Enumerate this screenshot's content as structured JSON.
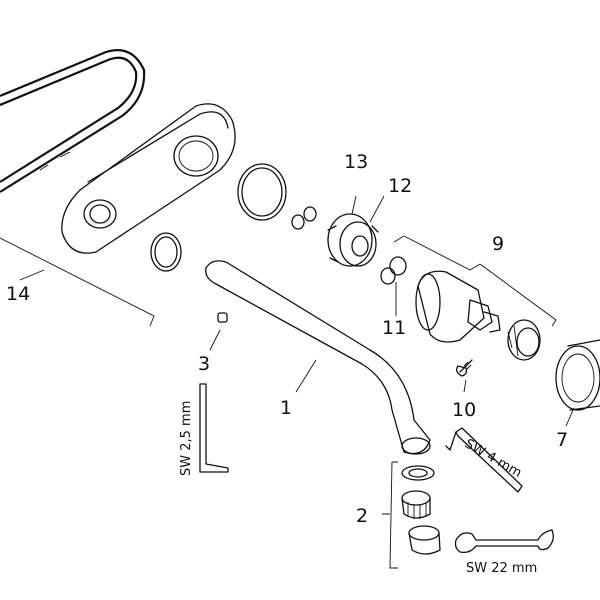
{
  "callouts": [
    {
      "id": "1",
      "text": "1"
    },
    {
      "id": "2",
      "text": "2"
    },
    {
      "id": "3",
      "text": "3"
    },
    {
      "id": "7",
      "text": "7"
    },
    {
      "id": "9",
      "text": "9"
    },
    {
      "id": "10",
      "text": "10"
    },
    {
      "id": "11",
      "text": "11"
    },
    {
      "id": "12",
      "text": "12"
    },
    {
      "id": "13",
      "text": "13"
    },
    {
      "id": "14",
      "text": "14"
    }
  ],
  "tools": {
    "allen_key_small": "SW 2,5 mm",
    "allen_key_large": "SW 4 mm",
    "wrench": "SW 22 mm"
  }
}
